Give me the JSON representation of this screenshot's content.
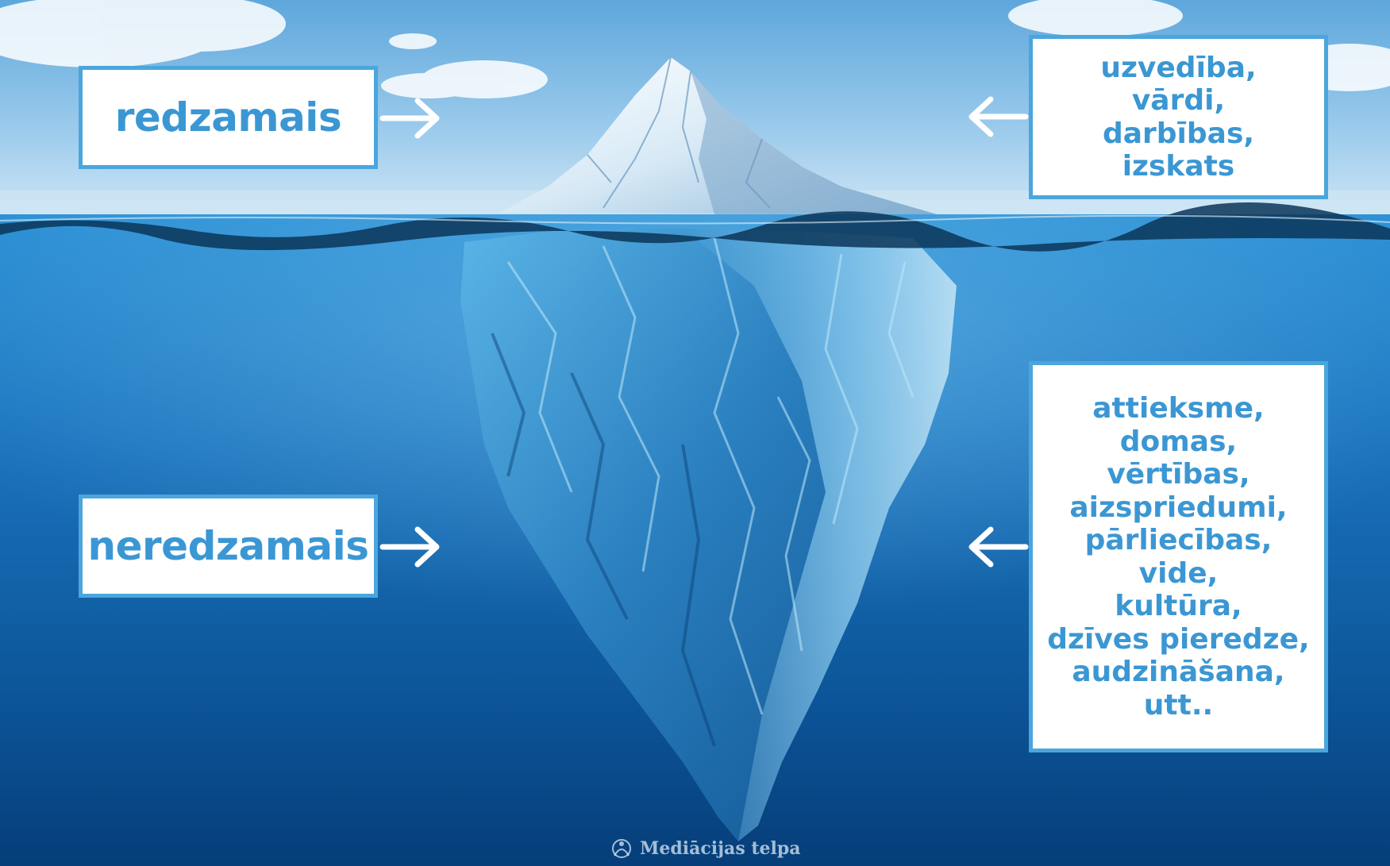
{
  "left_labels": {
    "visible": "redzamais",
    "invisible": "neredzamais"
  },
  "right_lists": {
    "visible": [
      "uzvedība,",
      "vārdi,",
      "darbības,",
      "izskats"
    ],
    "invisible": [
      "attieksme,",
      "domas,",
      "vērtības,",
      "aizspriedumi,",
      "pārliecības,",
      "vide,",
      "kultūra,",
      "dzīves pieredze,",
      "audzināšana,",
      "utt.."
    ]
  },
  "footer": {
    "brand": "Mediācijas telpa",
    "icon": "mediation-logo-icon"
  },
  "colors": {
    "label_text": "#3b97d3",
    "box_border": "#4aa6dc",
    "sky_top": "#5ea7dc",
    "water_deep": "#063e79",
    "arrow": "#ffffff"
  },
  "icons": {
    "arrow_right": "arrow-right-icon",
    "arrow_left": "arrow-left-icon"
  }
}
